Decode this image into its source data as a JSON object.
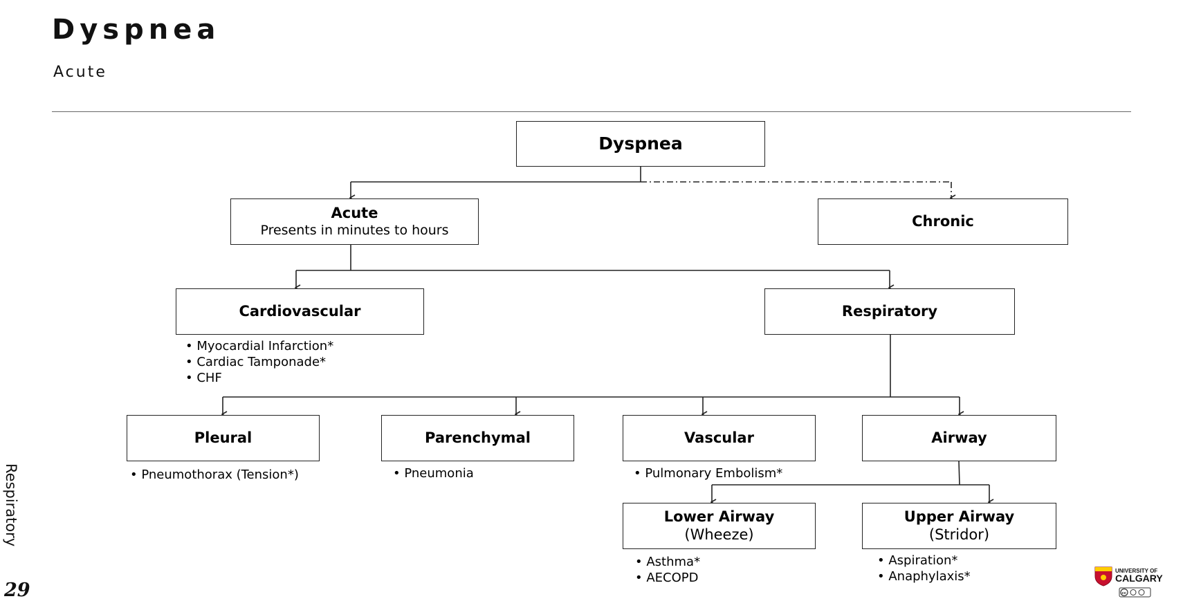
{
  "slide": {
    "title": "Dyspnea",
    "subtitle": "Acute",
    "side_label": "Respiratory",
    "page_number": "29"
  },
  "diagram": {
    "root": "Dyspnea",
    "acute": {
      "label": "Acute",
      "sub": "Presents in minutes to hours"
    },
    "chronic": "Chronic",
    "cardiovascular": {
      "label": "Cardiovascular",
      "items": [
        "Myocardial Infarction*",
        "Cardiac Tamponade*",
        "CHF"
      ]
    },
    "respiratory": "Respiratory",
    "pleural": {
      "label": "Pleural",
      "items": [
        "Pneumothorax (Tension*)"
      ]
    },
    "parenchymal": {
      "label": "Parenchymal",
      "items": [
        "Pneumonia"
      ]
    },
    "vascular": {
      "label": "Vascular",
      "items": [
        "Pulmonary Embolism*"
      ]
    },
    "airway": "Airway",
    "lower_airway": {
      "label": "Lower Airway",
      "sub": "(Wheeze)",
      "items": [
        "Asthma*",
        "AECOPD"
      ]
    },
    "upper_airway": {
      "label": "Upper Airway",
      "sub": "(Stridor)",
      "items": [
        "Aspiration*",
        "Anaphylaxis*"
      ]
    }
  },
  "logo": {
    "line1": "UNIVERSITY OF",
    "line2": "CALGARY",
    "badge": "cc by nc sa"
  },
  "colors": {
    "lines": "#222222",
    "logo_red": "#c8102e",
    "logo_gold": "#ffcd00"
  }
}
